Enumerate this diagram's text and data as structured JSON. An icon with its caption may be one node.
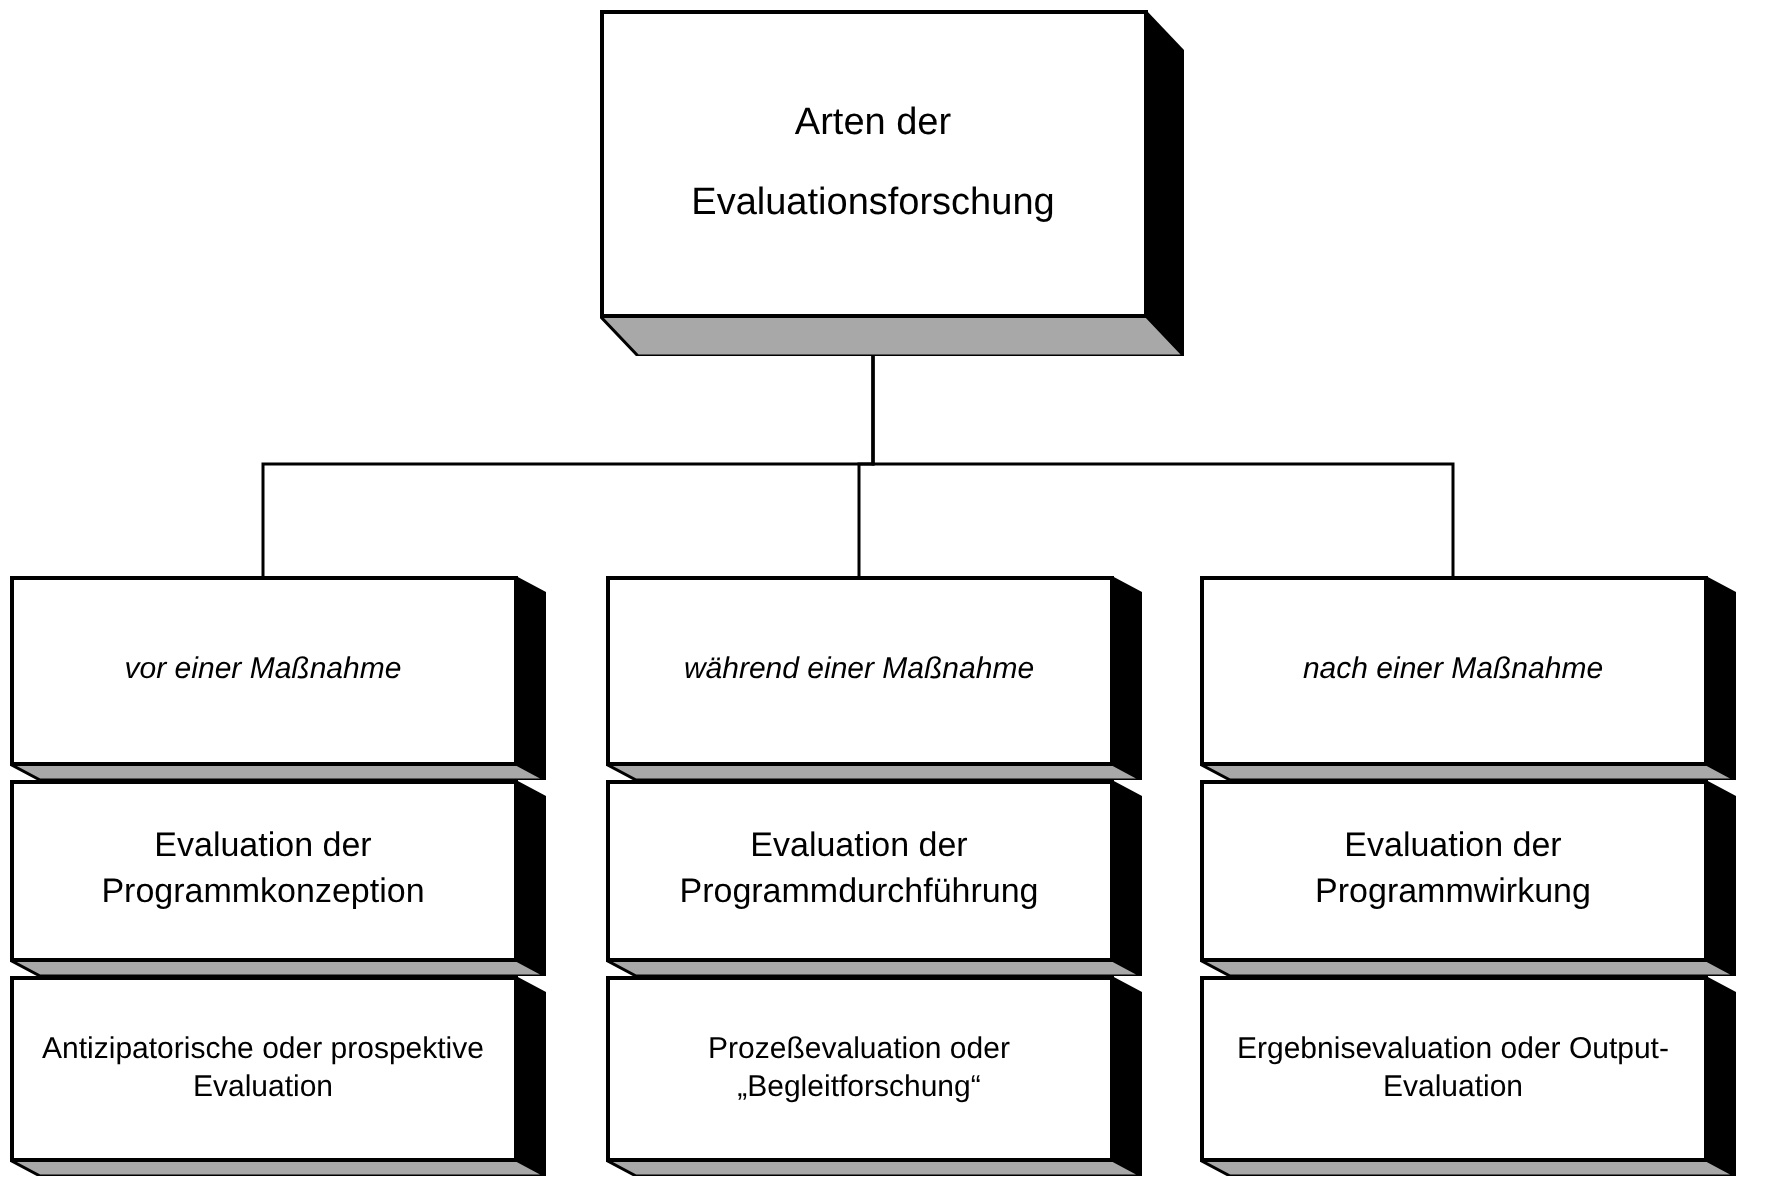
{
  "diagram": {
    "nodes": [
      {
        "text": [
          "Arten der Evaluationsforschung"
        ]
      },
      {
        "text": [
          "vor einer Maßnahme"
        ]
      },
      {
        "text": [
          "Evaluation der Programmkonzeption"
        ]
      },
      {
        "text": [
          "Antizipatorische oder prospektive Evaluation"
        ]
      },
      {
        "text": [
          "während einer Maßnahme"
        ]
      },
      {
        "text": [
          "Evaluation der Programmdurchführung"
        ]
      },
      {
        "text": [
          "Prozeßevaluation oder „Begleitforschung“"
        ]
      },
      {
        "text": [
          "nach einer Maßnahme"
        ]
      },
      {
        "text": [
          "Evaluation der Programmwirkung"
        ]
      },
      {
        "text": [
          "Ergebnisevaluation oder Output-Evaluation"
        ]
      }
    ],
    "edges": [
      {
        "from": 0,
        "to": 1,
        "arrow": "none"
      },
      {
        "from": 0,
        "to": 4,
        "arrow": "none"
      },
      {
        "from": 0,
        "to": 7,
        "arrow": "none"
      }
    ]
  }
}
